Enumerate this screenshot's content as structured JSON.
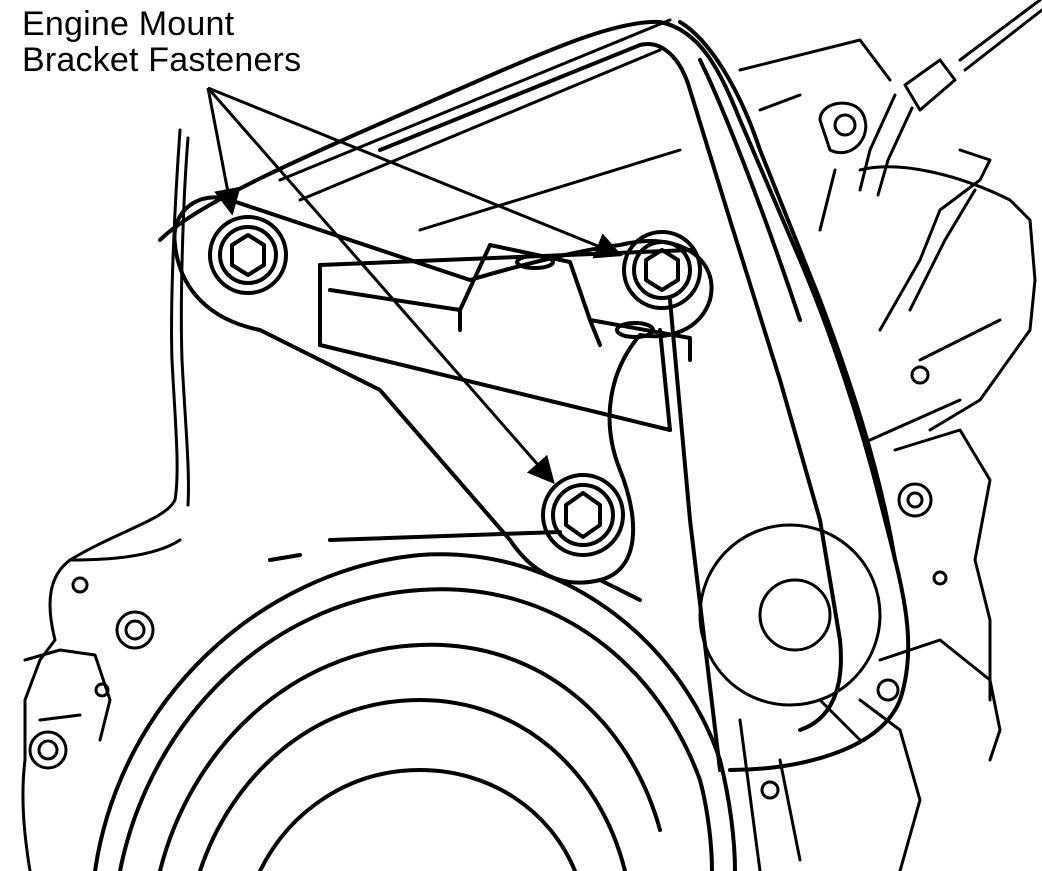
{
  "callout": {
    "line1": "Engine Mount",
    "line2": "Bracket Fasteners"
  },
  "colors": {
    "ink": "#000000",
    "background": "#ffffff"
  },
  "fasteners": {
    "count": 3,
    "names": [
      "upper-left-fastener",
      "upper-right-fastener",
      "lower-fastener"
    ]
  }
}
